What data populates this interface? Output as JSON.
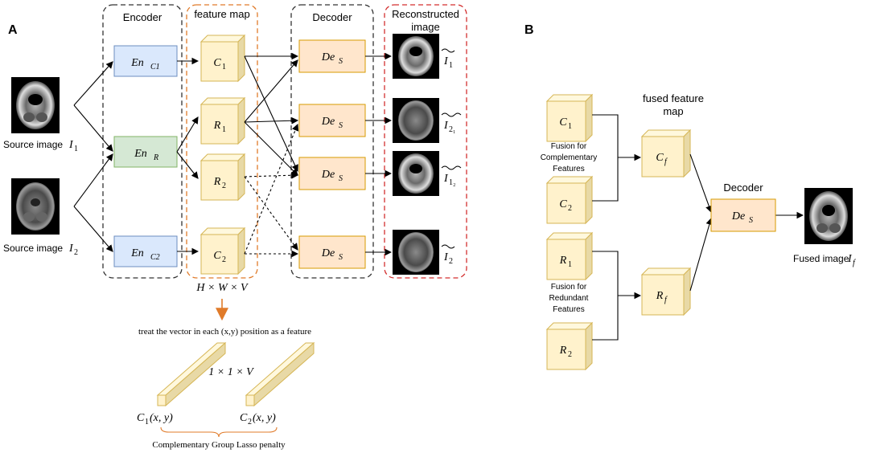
{
  "panel_a": {
    "letter": "A",
    "headers": {
      "encoder": "Encoder",
      "feature_map": "feature map",
      "decoder": "Decoder",
      "reconstructed_line1": "Reconstructed",
      "reconstructed_line2": "image"
    },
    "sources": [
      {
        "label": "Source image",
        "symbol": "I",
        "sub": "1"
      },
      {
        "label": "Source image",
        "symbol": "I",
        "sub": "2"
      }
    ],
    "encoders": [
      {
        "symbol": "En",
        "sub": "C1"
      },
      {
        "symbol": "En",
        "sub": "R"
      },
      {
        "symbol": "En",
        "sub": "C2"
      }
    ],
    "features": [
      {
        "symbol": "C",
        "sub": "1"
      },
      {
        "symbol": "R",
        "sub": "1"
      },
      {
        "symbol": "R",
        "sub": "2"
      },
      {
        "symbol": "C",
        "sub": "2"
      }
    ],
    "dims": "H × W × V",
    "decoders": [
      {
        "symbol": "De",
        "sub": "S"
      },
      {
        "symbol": "De",
        "sub": "S"
      },
      {
        "symbol": "De",
        "sub": "S"
      },
      {
        "symbol": "De",
        "sub": "S"
      }
    ],
    "outputs": [
      {
        "symbol": "I",
        "sub": "1"
      },
      {
        "symbol": "I",
        "sub": "2₁"
      },
      {
        "symbol": "I",
        "sub": "1₂"
      },
      {
        "symbol": "I",
        "sub": "2"
      }
    ],
    "vector_note": "treat the vector in each (x,y) position as a feature",
    "vector_dims": "1 × 1 × V",
    "vector_c1": {
      "symbol": "C",
      "sub": "1",
      "args": "(x, y)"
    },
    "vector_c2": {
      "symbol": "C",
      "sub": "2",
      "args": "(x, y)"
    },
    "penalty": "Complementary Group Lasso penalty"
  },
  "panel_b": {
    "letter": "B",
    "inputs": [
      {
        "symbol": "C",
        "sub": "1"
      },
      {
        "symbol": "C",
        "sub": "2"
      },
      {
        "symbol": "R",
        "sub": "1"
      },
      {
        "symbol": "R",
        "sub": "2"
      }
    ],
    "fusion_comp": [
      "Fusion for",
      "Complementary",
      "Features"
    ],
    "fusion_red": [
      "Fusion for",
      "Redundant",
      "Features"
    ],
    "fused_map": [
      "fused feature",
      "map"
    ],
    "fused": [
      {
        "symbol": "C",
        "sub": "f"
      },
      {
        "symbol": "R",
        "sub": "f"
      }
    ],
    "decoder_label": "Decoder",
    "decoder": {
      "symbol": "De",
      "sub": "S"
    },
    "output_label": "Fused image",
    "output": {
      "symbol": "I",
      "sub": "f"
    }
  },
  "colors": {
    "encoder_blue": "#dae8fc",
    "encoder_blue_stroke": "#6c8ebf",
    "encoder_green": "#d5e8d4",
    "encoder_green_stroke": "#82b366",
    "cube_front": "#fff2cc",
    "cube_top": "#fff8dd",
    "cube_side": "#e8d9a6",
    "cube_stroke": "#d6b656",
    "decoder_fill": "#ffe6cc",
    "decoder_stroke": "#d79b00",
    "feature_box_stroke": "#e07b2a",
    "recon_box_stroke": "#d32f2f"
  }
}
